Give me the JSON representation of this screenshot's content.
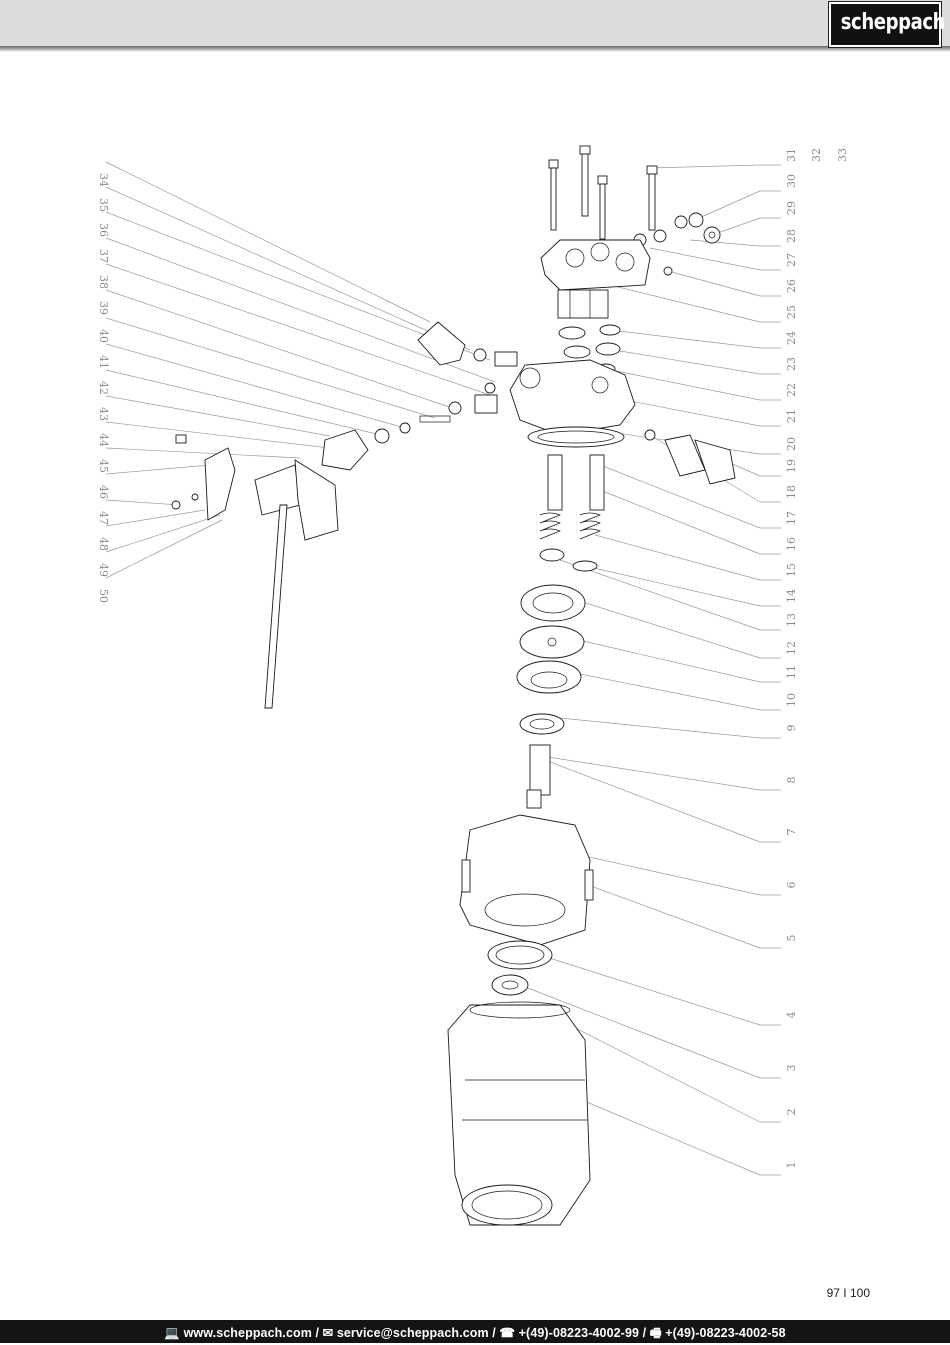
{
  "brand": {
    "logo_text": "scheppach"
  },
  "callouts": {
    "right": [
      "31",
      "32",
      "33",
      "30",
      "29",
      "28",
      "27",
      "26",
      "25",
      "24",
      "23",
      "22",
      "21",
      "20",
      "19",
      "18",
      "17",
      "16",
      "15",
      "14",
      "13",
      "12",
      "11",
      "10",
      "9",
      "8",
      "7",
      "6",
      "5",
      "4",
      "3",
      "2",
      "1"
    ],
    "left": [
      "34",
      "35",
      "36",
      "37",
      "38",
      "39",
      "40",
      "41",
      "42",
      "43",
      "44",
      "45",
      "46",
      "47",
      "48",
      "49",
      "50"
    ]
  },
  "page": {
    "number": "97 I 100"
  },
  "footer": {
    "contact": "💻 www.scheppach.com / ✉ service@scheppach.com / ☎ +(49)-08223-4002-99 / 🖷 +(49)-08223-4002-58"
  }
}
